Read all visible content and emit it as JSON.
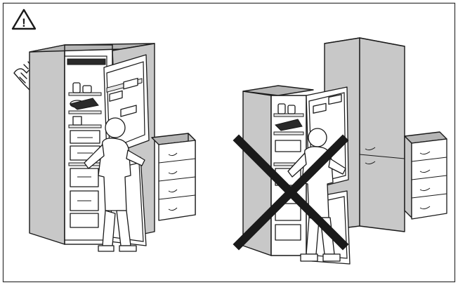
{
  "warning_symbol": "!",
  "scenes": [
    {
      "name": "correct-installation",
      "state": "allowed"
    },
    {
      "name": "incorrect-installation",
      "state": "forbidden"
    }
  ],
  "colors": {
    "border": "#333333",
    "cabinet": "#c8c8c8",
    "line": "#1a1a1a"
  }
}
